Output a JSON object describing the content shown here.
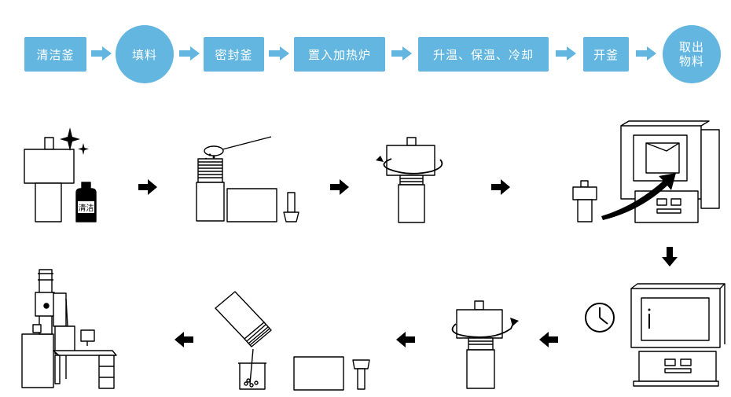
{
  "flow": {
    "steps": [
      {
        "label": "清洁釜",
        "shape": "box"
      },
      {
        "label": "填料",
        "shape": "circle"
      },
      {
        "label": "密封釜",
        "shape": "box"
      },
      {
        "label": "置入加热炉",
        "shape": "box"
      },
      {
        "label": "升温、保温、冷却",
        "shape": "box"
      },
      {
        "label": "开釜",
        "shape": "box"
      },
      {
        "label_line1": "取出",
        "label_line2": "物料",
        "shape": "circle"
      }
    ]
  },
  "illustrations": {
    "cleaner_bottle_label": "清洁"
  },
  "colors": {
    "step_fill": "#62b6e0",
    "arrow_fill": "#62b6e0",
    "line": "#000000"
  }
}
